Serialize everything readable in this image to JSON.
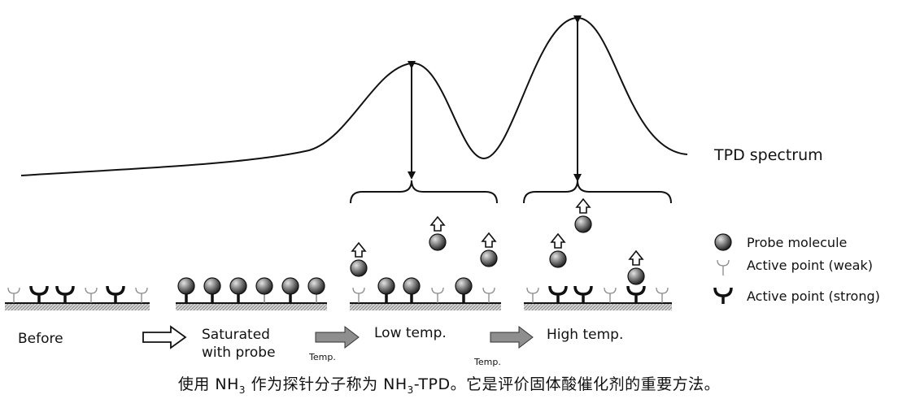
{
  "spectrum_label": "TPD spectrum",
  "legend": {
    "probe": "Probe molecule",
    "weak": "Active point (weak)",
    "strong": "Active point (strong)"
  },
  "stages": {
    "before": "Before",
    "saturated_line1": "Saturated",
    "saturated_line2": "with probe",
    "low": "Low temp.",
    "high": "High temp."
  },
  "temp_labels": {
    "first": "Temp.",
    "second": "Temp."
  },
  "caption": {
    "part1": "使用 NH",
    "sub1": "3",
    "part2": " 作为探针分子称为 NH",
    "sub2": "3",
    "part3": "-TPD。它是评价固体酸催化剂的重要方法。"
  }
}
